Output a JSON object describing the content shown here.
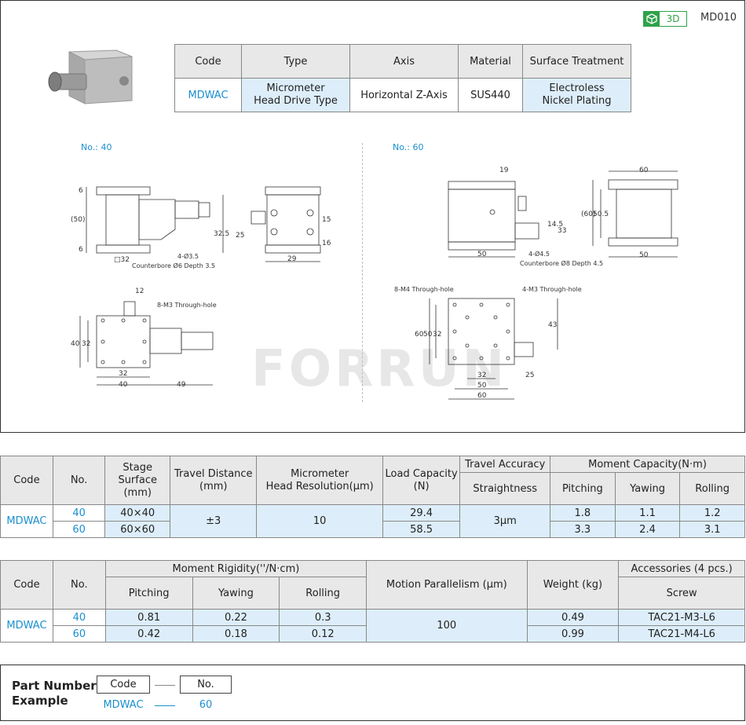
{
  "header": {
    "badge_3d": "3D",
    "model_no": "MD010"
  },
  "spec_table": {
    "headers": [
      "Code",
      "Type",
      "Axis",
      "Material",
      "Surface Treatment"
    ],
    "row": [
      "MDWAC",
      "Micrometer\nHead Drive Type",
      "Horizontal Z-Axis",
      "SUS440",
      "Electroless\nNickel Plating"
    ]
  },
  "drawings": {
    "no40_label": "No.: 40",
    "no60_label": "No.: 60",
    "d40": {
      "dim_6a": "6",
      "dim_50p": "(50)",
      "dim_6b": "6",
      "dim_32sq": "□32",
      "dim_325": "32.5",
      "hole_note": "4-Ø3.5",
      "cbore_note": "Counterbore Ø6 Depth 3.5",
      "dim_25": "25",
      "dim_15": "15",
      "dim_16": "16",
      "dim_29": "29",
      "dim_12": "12",
      "through_note": "8-M3 Through-hole",
      "dim_40v": "40",
      "dim_32v": "32",
      "dim_32h": "32",
      "dim_40h": "40",
      "dim_49": "49"
    },
    "d60": {
      "dim_19": "19",
      "dim_60top": "60",
      "dim_145": "14.5",
      "dim_33": "33",
      "dim_60p": "(60)",
      "dim_505": "50.5",
      "dim_50a": "50",
      "dim_50b": "50",
      "hole_note": "4-Ø4.5",
      "cbore_note": "Counterbore Ø8 Depth 4.5",
      "m4_note": "8-M4 Through-hole",
      "m3_note": "4-M3 Through-hole",
      "dim_43": "43",
      "dim_60v": "60",
      "dim_50v": "50",
      "dim_32v": "32",
      "dim_32h": "32",
      "dim_50h": "50",
      "dim_60h": "60",
      "dim_25": "25"
    },
    "watermark": "FORRUN"
  },
  "table1": {
    "h_code": "Code",
    "h_no": "No.",
    "h_stage": "Stage\nSurface\n(mm)",
    "h_travel": "Travel Distance\n(mm)",
    "h_micro": "Micrometer\nHead Resolution(μm)",
    "h_load": "Load Capacity\n(N)",
    "h_accuracy": "Travel Accuracy",
    "h_straight": "Straightness",
    "h_moment": "Moment Capacity(N·m)",
    "h_pitch": "Pitching",
    "h_yaw": "Yawing",
    "h_roll": "Rolling",
    "code": "MDWAC",
    "travel": "±3",
    "micro": "10",
    "straight": "3μm",
    "rows": [
      {
        "no": "40",
        "stage": "40×40",
        "load": "29.4",
        "pitch": "1.8",
        "yaw": "1.1",
        "roll": "1.2"
      },
      {
        "no": "60",
        "stage": "60×60",
        "load": "58.5",
        "pitch": "3.3",
        "yaw": "2.4",
        "roll": "3.1"
      }
    ]
  },
  "table2": {
    "h_code": "Code",
    "h_no": "No.",
    "h_rigidity": "Moment Rigidity(''/N·cm)",
    "h_pitch": "Pitching",
    "h_yaw": "Yawing",
    "h_roll": "Rolling",
    "h_parallel": "Motion Parallelism (μm)",
    "h_weight": "Weight (kg)",
    "h_access": "Accessories (4 pcs.)",
    "h_screw": "Screw",
    "code": "MDWAC",
    "parallel": "100",
    "rows": [
      {
        "no": "40",
        "pitch": "0.81",
        "yaw": "0.22",
        "roll": "0.3",
        "weight": "0.49",
        "screw": "TAC21-M3-L6"
      },
      {
        "no": "60",
        "pitch": "0.42",
        "yaw": "0.18",
        "roll": "0.12",
        "weight": "0.99",
        "screw": "TAC21-M4-L6"
      }
    ]
  },
  "part_number": {
    "title": "Part Number\nExample",
    "code_label": "Code",
    "no_label": "No.",
    "code_value": "MDWAC",
    "no_value": "60"
  }
}
